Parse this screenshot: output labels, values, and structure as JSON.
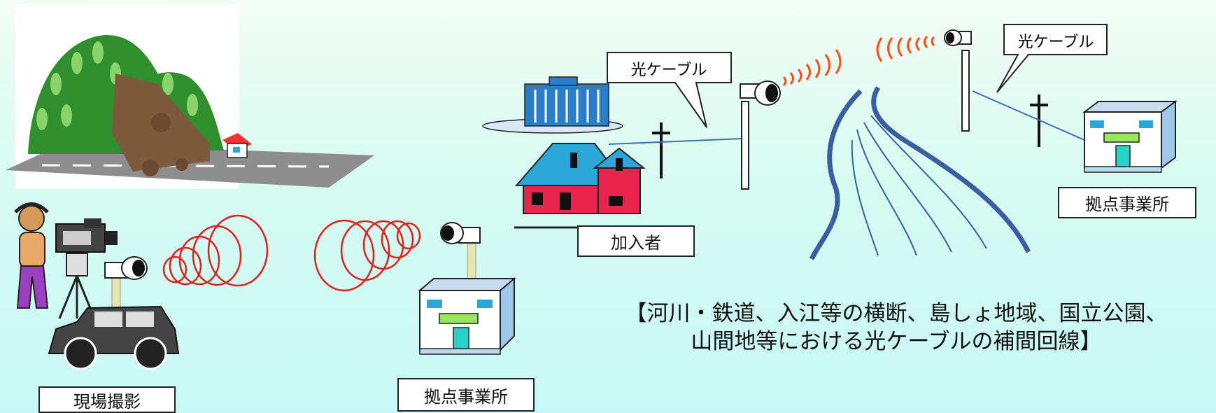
{
  "labels": {
    "site_shooting": "現場撮影",
    "base_office_left": "拠点事業所",
    "subscriber": "加入者",
    "fiber_cable_left": "光ケーブル",
    "fiber_cable_right": "光ケーブル",
    "base_office_right": "拠点事業所"
  },
  "caption": {
    "line1": "【河川・鉄道、入江等の横断、島しょ地域、国立公園、",
    "line2": "山間地等における光ケーブルの補間回線】"
  },
  "colors": {
    "radio_wave_red": "#e0201b",
    "radio_wave_orange": "#ff4a12",
    "river": "#3a5fa0",
    "building_blue": "#2aa6d8",
    "house_pink": "#e8234c"
  }
}
